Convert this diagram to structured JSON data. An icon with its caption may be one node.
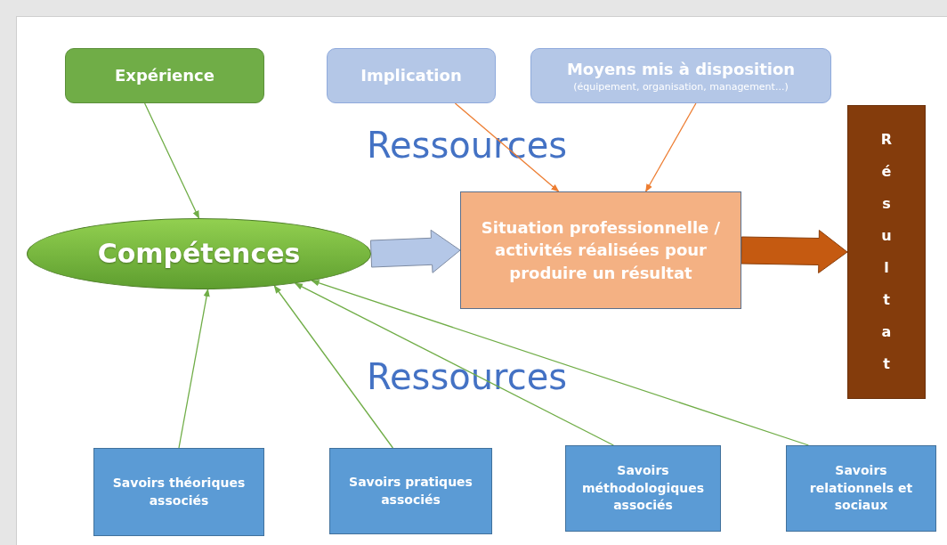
{
  "diagram": {
    "nodes": [
      {
        "text": [
          "Expérience"
        ]
      },
      {
        "text": [
          "Implication"
        ]
      },
      {
        "text": [
          "Moyens mis à disposition",
          "(équipement, organisation, management...)"
        ]
      },
      {
        "text": [
          "Compétences"
        ]
      },
      {
        "text": [
          "Situation professionnelle / activités réalisées pour produire un résultat"
        ]
      },
      {
        "text": [
          "Résultat"
        ]
      },
      {
        "text": [
          "Savoirs théoriques associés"
        ]
      },
      {
        "text": [
          "Savoirs pratiques associés"
        ]
      },
      {
        "text": [
          "Savoirs méthodologiques associés"
        ]
      },
      {
        "text": [
          "Savoirs relationnels et sociaux"
        ]
      }
    ],
    "edges": [
      {
        "from": 0,
        "to": 3,
        "arrow": "to"
      },
      {
        "from": 1,
        "to": 4,
        "arrow": "to",
        "color": "#ed7d31"
      },
      {
        "from": 2,
        "to": 4,
        "arrow": "to",
        "color": "#ed7d31"
      },
      {
        "from": 3,
        "to": 4,
        "arrow": "to",
        "style": "thick",
        "color": "#b4c7e7"
      },
      {
        "from": 4,
        "to": 5,
        "arrow": "to",
        "style": "thick",
        "color": "#c55a11"
      },
      {
        "from": 6,
        "to": 3,
        "arrow": "to"
      },
      {
        "from": 7,
        "to": 3,
        "arrow": "to"
      },
      {
        "from": 8,
        "to": 3,
        "arrow": "to"
      },
      {
        "from": 9,
        "to": 3,
        "arrow": "to"
      }
    ],
    "labels": [
      "Ressources",
      "Ressources"
    ]
  }
}
